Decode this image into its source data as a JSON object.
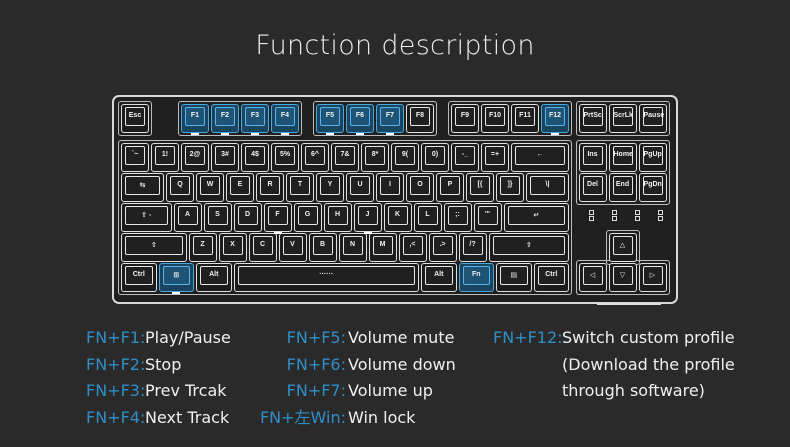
{
  "title": "Function description",
  "colors": {
    "background": "#2a2a2a",
    "accent": "#2e8fc8",
    "highlight_key": "#1e5577"
  },
  "keyboard": {
    "rows": [
      [
        "Esc",
        "F1",
        "F2",
        "F3",
        "F4",
        "F5",
        "F6",
        "F7",
        "F8",
        "F9",
        "F10",
        "F11",
        "F12",
        "PrtSc",
        "ScrLk",
        "Pause"
      ],
      [
        "`~",
        "1!",
        "2@",
        "3#",
        "4$",
        "5%",
        "6^",
        "7&",
        "8*",
        "9(",
        "0)",
        "-_",
        "=+",
        "←",
        "Ins",
        "Home",
        "PgUp"
      ],
      [
        "⇆",
        "Q",
        "W",
        "E",
        "R",
        "T",
        "Y",
        "U",
        "I",
        "O",
        "P",
        "[{",
        "]}",
        "\\|",
        "Del",
        "End",
        "PgDn"
      ],
      [
        "⇧ ◦",
        "A",
        "S",
        "D",
        "F",
        "G",
        "H",
        "J",
        "K",
        "L",
        ";:",
        "'\"",
        "↵"
      ],
      [
        "⇧",
        "Z",
        "X",
        "C",
        "V",
        "B",
        "N",
        "M",
        ",<",
        ".>",
        "/?",
        "⇧",
        "△"
      ],
      [
        "Ctrl",
        "⊞",
        "Alt",
        "······",
        "Alt",
        "Fn",
        "▤",
        "Ctrl",
        "◁",
        "▽",
        "▷"
      ]
    ],
    "highlighted": [
      "F1",
      "F2",
      "F3",
      "F4",
      "F5",
      "F6",
      "F7",
      "F12",
      "⊞",
      "Fn"
    ],
    "led_icons": [
      "num-lock",
      "caps-lock",
      "scroll-lock",
      "win-lock"
    ]
  },
  "functions": [
    {
      "key": "FN+F1:",
      "desc": "Play/Pause"
    },
    {
      "key": "FN+F2:",
      "desc": "Stop"
    },
    {
      "key": "FN+F3:",
      "desc": "Prev Trcak"
    },
    {
      "key": "FN+F4:",
      "desc": "Next Track"
    },
    {
      "key": "FN+F5:",
      "desc": "Volume mute"
    },
    {
      "key": "FN+F6:",
      "desc": "Volume down"
    },
    {
      "key": "FN+F7:",
      "desc": "Volume up"
    },
    {
      "key": "FN+左Win:",
      "desc": "Win lock"
    },
    {
      "key": "FN+F12:",
      "desc": "Switch custom profile",
      "desc2": "(Download the profile",
      "desc3": "through software)"
    }
  ]
}
